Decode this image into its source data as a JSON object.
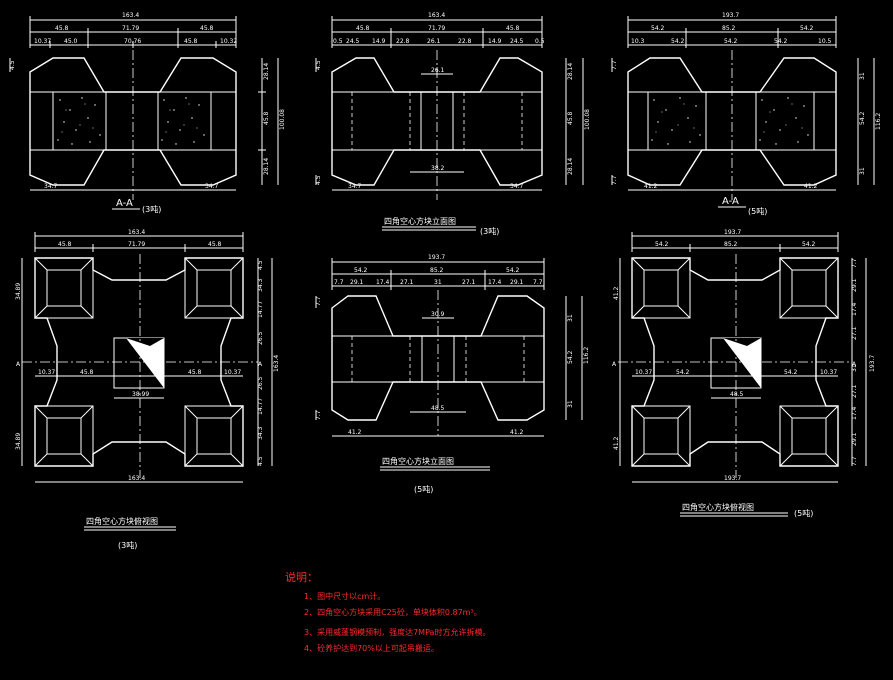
{
  "views": {
    "section_3t": {
      "overall": "163.4",
      "top": [
        "45.8",
        "71.79",
        "45.8"
      ],
      "sub": [
        "10.37",
        "45.0",
        "70.76",
        "45.8",
        "10.32"
      ],
      "left_v": [
        "4.5"
      ],
      "right_v": [
        "28.14",
        "45.8",
        "28.14"
      ],
      "overall_v": "100.08",
      "bottom": [
        "34.7",
        "34.7"
      ],
      "label": "A-A",
      "weight": "(3吨)"
    },
    "elev_3t": {
      "overall": "163.4",
      "top": [
        "45.8",
        "71.79",
        "45.8"
      ],
      "sub": [
        "0.5",
        "24.5",
        "14.9",
        "22.8",
        "26.1",
        "22.8",
        "14.9",
        "24.5",
        "0.5"
      ],
      "inner_top": "26.1",
      "inner_bot": "38.2",
      "right_v": [
        "28.14",
        "45.8",
        "28.14"
      ],
      "overall_v": "100.08",
      "left_v": [
        "4.5",
        "4.5"
      ],
      "bottom": [
        "34.7",
        "34.7"
      ],
      "title": "四角空心方块立面图",
      "weight": "(3吨)"
    },
    "section_5t": {
      "overall": "193.7",
      "top": [
        "54.2",
        "85.2",
        "54.2"
      ],
      "sub": [
        "10.3",
        "54.2",
        "54.2",
        "54.2",
        "10.5"
      ],
      "left_v": [
        "7.7",
        "7.7"
      ],
      "right_v": [
        "31",
        "54.2",
        "31"
      ],
      "overall_v": "116.2",
      "bottom": [
        "41.2",
        "41.2"
      ],
      "label": "A-A",
      "weight": "(5吨)"
    },
    "plan_3t": {
      "overall": "163.4",
      "top": [
        "45.8",
        "71.79",
        "45.8"
      ],
      "left_v": [
        "34.89",
        "34.89"
      ],
      "right_v": [
        "4.5",
        "34.3",
        "14.77",
        "26.5",
        "26.5",
        "14.77",
        "34.3",
        "4.5"
      ],
      "overall_v": "163.4",
      "mid": [
        "10.37",
        "45.8",
        "45.8",
        "10.37"
      ],
      "inner": "38.99",
      "bottom": "163.4",
      "section_mark": "A",
      "title": "四角空心方块俯视图",
      "weight": "(3吨)"
    },
    "elev_5t": {
      "overall": "193.7",
      "top": [
        "54.2",
        "85.2",
        "54.2"
      ],
      "sub": [
        "7.7",
        "29.1",
        "17.4",
        "27.1",
        "31",
        "27.1",
        "17.4",
        "29.1",
        "7.7"
      ],
      "inner_top": "30.9",
      "inner_bot": "48.5",
      "right_v": [
        "31",
        "54.2",
        "31"
      ],
      "overall_v": "116.2",
      "left_v": [
        "7.7",
        "7.7"
      ],
      "bottom": [
        "41.2",
        "41.2"
      ],
      "title": "四角空心方块立面图",
      "weight": "(5吨)"
    },
    "plan_5t": {
      "overall": "193.7",
      "top": [
        "54.2",
        "85.2",
        "54.2"
      ],
      "left_v": [
        "41.2",
        "41.2"
      ],
      "right_v": [
        "7.7",
        "29.1",
        "17.4",
        "27.1",
        "31",
        "27.1",
        "17.4",
        "29.1",
        "7.7"
      ],
      "overall_v": "193.7",
      "mid": [
        "10.37",
        "54.2",
        "54.2",
        "10.37"
      ],
      "inner": "48.5",
      "bottom": "193.7",
      "section_mark": "A",
      "title": "四角空心方块俯视图",
      "weight": "(5吨)"
    }
  },
  "notes": {
    "title": "说明：",
    "items": [
      "1、图中尺寸以cm计。",
      "2、四角空心方块采用C25砼，单块体积0.87m³。",
      "3、采用威蓬钢模预制，强度达7MPa时方允许拆模。",
      "4、砼养护达到70%以上可起吊搬运。"
    ]
  },
  "colors": {
    "background": "#000000",
    "line": "#ffffff",
    "notes": "#ff2a2a"
  }
}
